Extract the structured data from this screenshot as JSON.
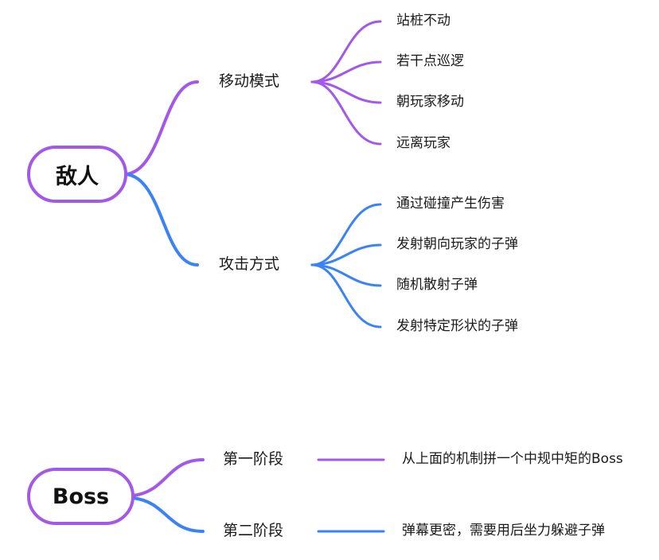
{
  "colors": {
    "purple": "#a259e8",
    "blue": "#3b82f6"
  },
  "enemy": {
    "title": "敌人",
    "movement": {
      "label": "移动模式",
      "items": [
        "站桩不动",
        "若干点巡逻",
        "朝玩家移动",
        "远离玩家"
      ]
    },
    "attack": {
      "label": "攻击方式",
      "items": [
        "通过碰撞产生伤害",
        "发射朝向玩家的子弹",
        "随机散射子弹",
        "发射特定形状的子弹"
      ]
    }
  },
  "boss": {
    "title": "Boss",
    "phases": [
      {
        "label": "第一阶段",
        "desc": "从上面的机制拼一个中规中矩的Boss"
      },
      {
        "label": "第二阶段",
        "desc": "弹幕更密，需要用后坐力躲避子弹"
      }
    ]
  }
}
